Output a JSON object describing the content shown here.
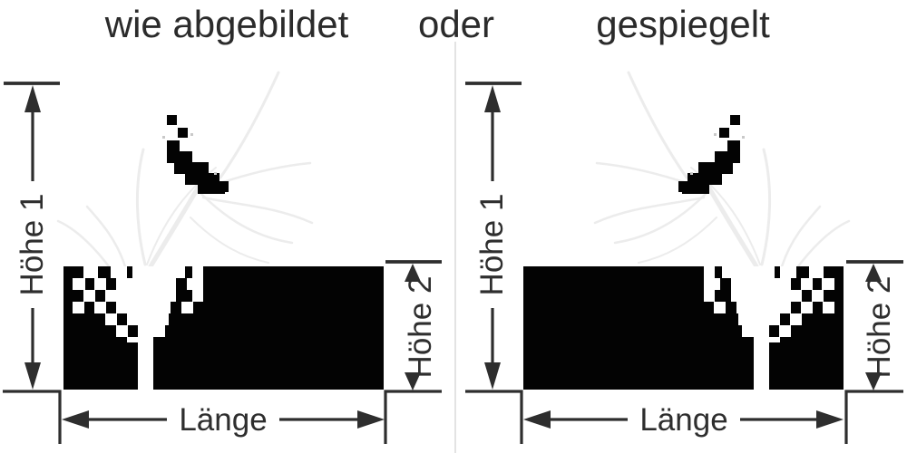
{
  "header": {
    "option_as_shown": "wie abgebildet",
    "separator": "oder",
    "option_mirrored": "gespiegelt"
  },
  "panels": {
    "left": {
      "title": "wie abgebildet",
      "dim_height1": "Höhe 1",
      "dim_height2": "Höhe 2",
      "dim_length": "Länge",
      "graphic": "grass-cattail-silhouette"
    },
    "right": {
      "title": "gespiegelt",
      "dim_height1": "Höhe 1",
      "dim_height2": "Höhe 2",
      "dim_length": "Länge",
      "graphic": "grass-cattail-silhouette-mirrored"
    }
  },
  "colors": {
    "ink": "#2e2e2e",
    "silhouette": "#030303",
    "divider": "#e3e3e3",
    "background": "#ffffff"
  }
}
